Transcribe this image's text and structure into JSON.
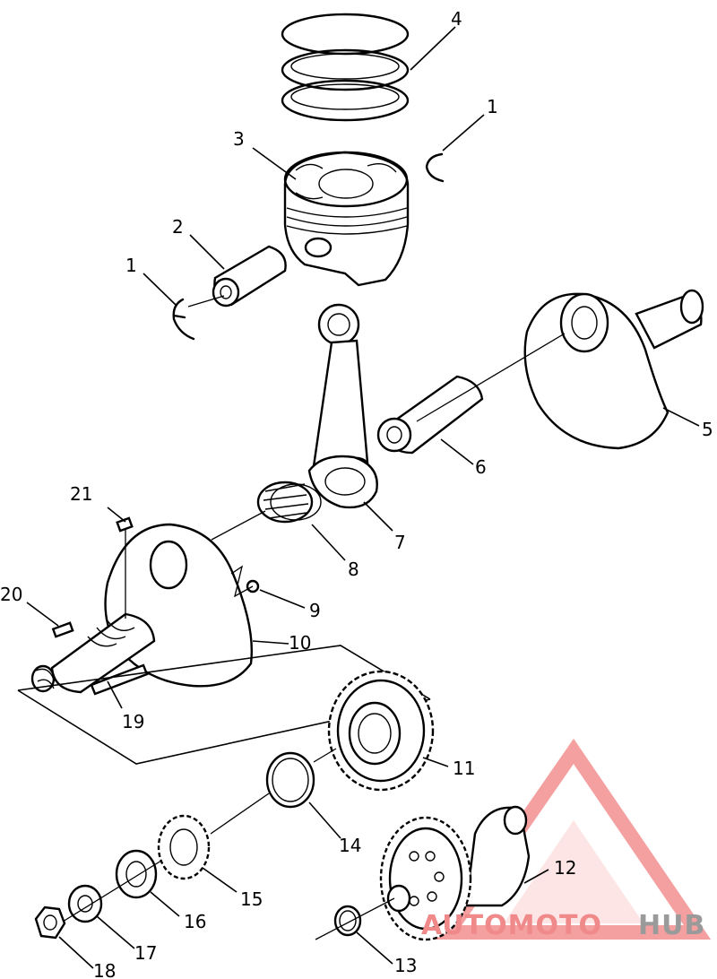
{
  "callouts": [
    {
      "id": "c1a",
      "text": "1"
    },
    {
      "id": "c1b",
      "text": "1"
    },
    {
      "id": "c2",
      "text": "2"
    },
    {
      "id": "c3",
      "text": "3"
    },
    {
      "id": "c4",
      "text": "4"
    },
    {
      "id": "c5",
      "text": "5"
    },
    {
      "id": "c6",
      "text": "6"
    },
    {
      "id": "c7",
      "text": "7"
    },
    {
      "id": "c8",
      "text": "8"
    },
    {
      "id": "c9",
      "text": "9"
    },
    {
      "id": "c10",
      "text": "10"
    },
    {
      "id": "c11",
      "text": "11"
    },
    {
      "id": "c12",
      "text": "12"
    },
    {
      "id": "c13",
      "text": "13"
    },
    {
      "id": "c14",
      "text": "14"
    },
    {
      "id": "c15",
      "text": "15"
    },
    {
      "id": "c16",
      "text": "16"
    },
    {
      "id": "c17",
      "text": "17"
    },
    {
      "id": "c18",
      "text": "18"
    },
    {
      "id": "c19",
      "text": "19"
    },
    {
      "id": "c20",
      "text": "20"
    },
    {
      "id": "c21",
      "text": "21"
    }
  ],
  "watermark": {
    "part1": "AUTOMOTO",
    "part2": "HUB",
    "color_red": "#f08a8a",
    "color_gray": "#9a9a9a"
  }
}
